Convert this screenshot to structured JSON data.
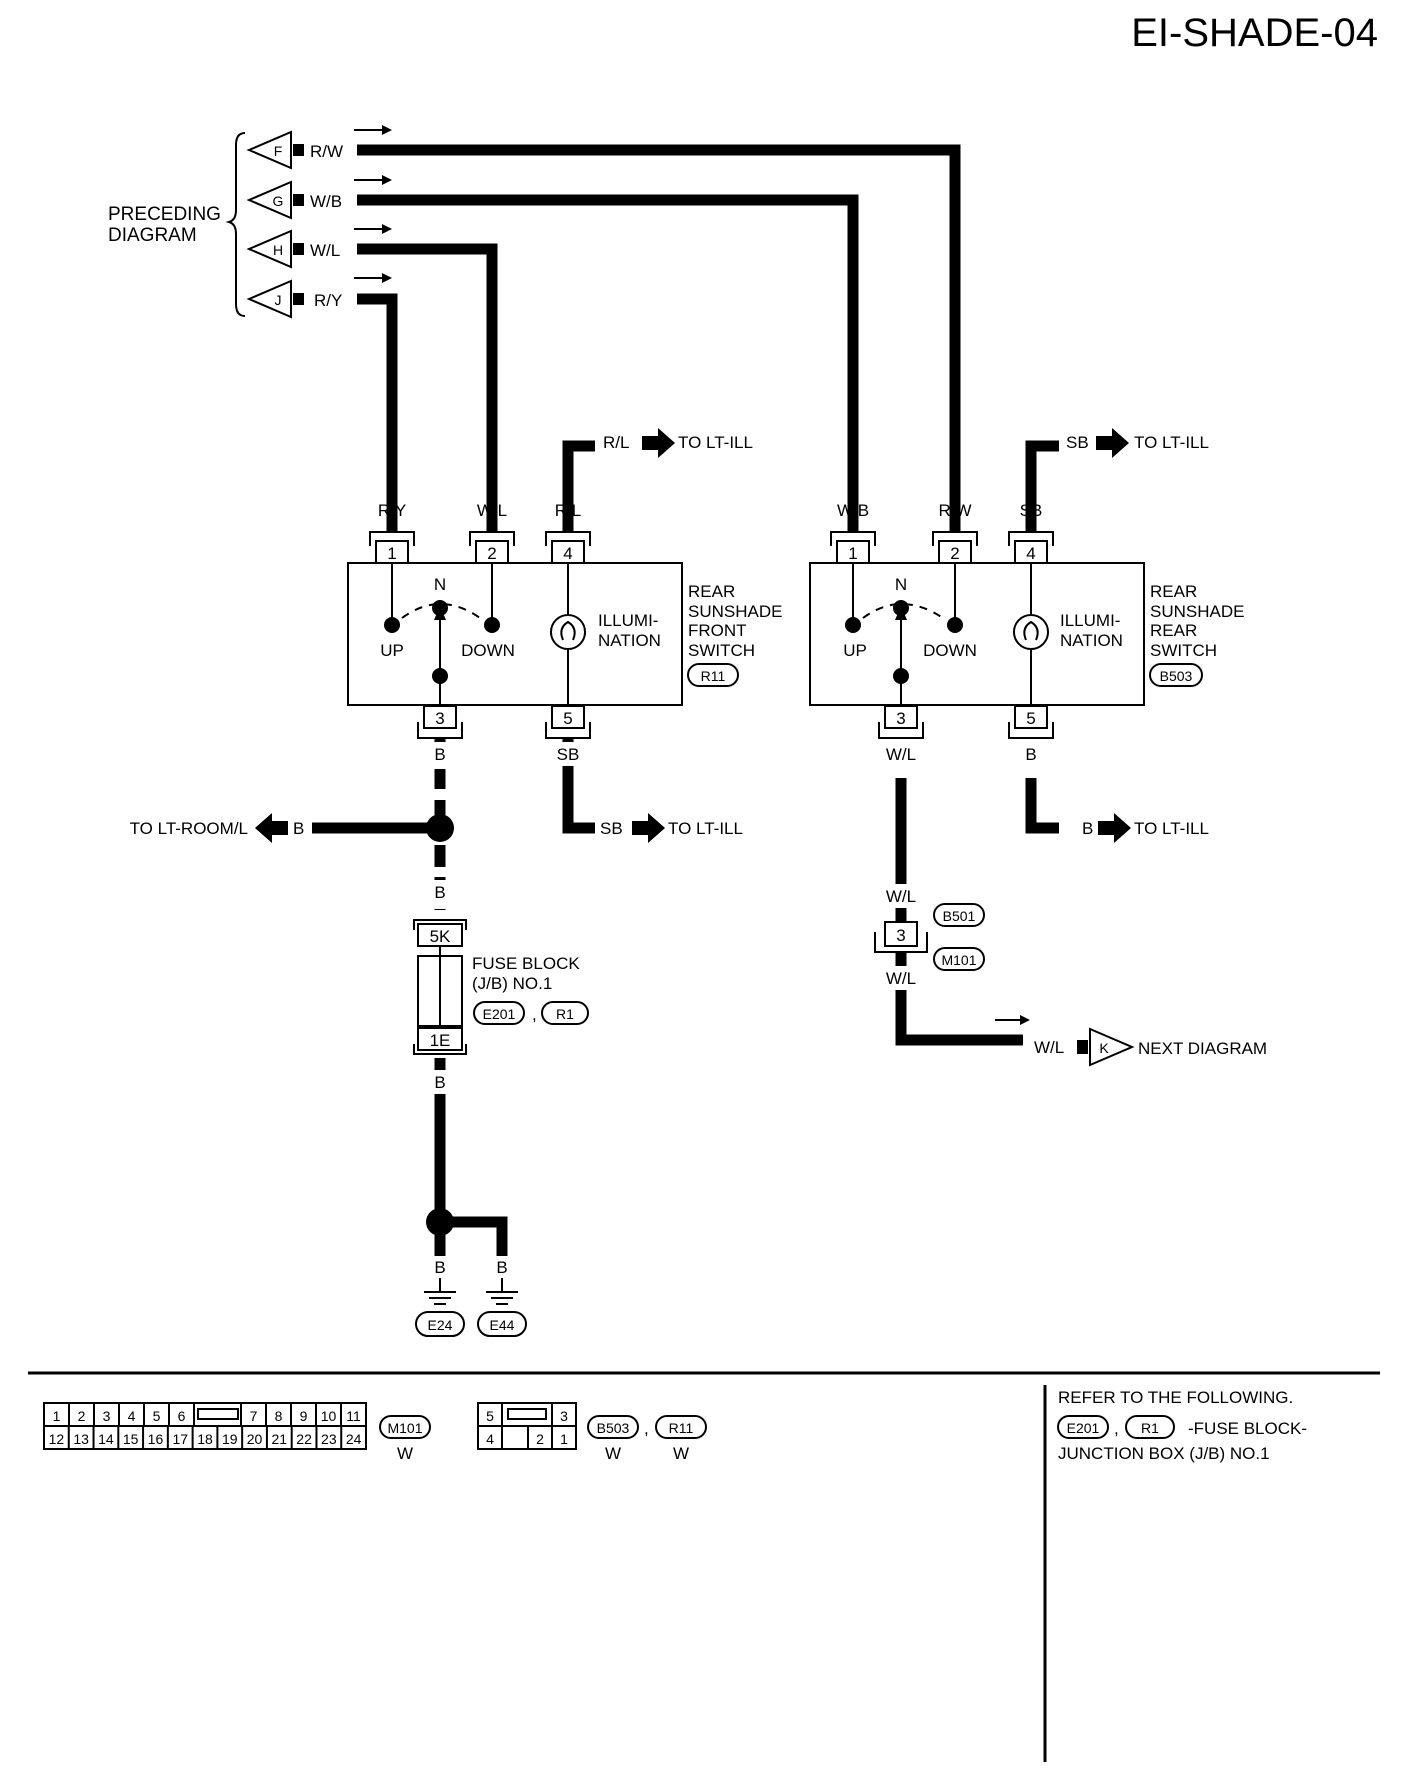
{
  "page_title": "EI-SHADE-04",
  "preceding": {
    "label_line1": "PRECEDING",
    "label_line2": "DIAGRAM",
    "connectors": [
      {
        "letter": "F",
        "wire": "R/W"
      },
      {
        "letter": "G",
        "wire": "W/B"
      },
      {
        "letter": "H",
        "wire": "W/L"
      },
      {
        "letter": "J",
        "wire": "R/Y"
      }
    ]
  },
  "front_switch": {
    "name_lines": [
      "REAR",
      "SUNSHADE",
      "FRONT",
      "SWITCH"
    ],
    "connector": "R11",
    "pins_top": [
      {
        "num": "1",
        "wire": "R/Y"
      },
      {
        "num": "2",
        "wire": "W/L"
      },
      {
        "num": "4",
        "wire": "R/L"
      }
    ],
    "pins_bottom": [
      {
        "num": "3",
        "wire": "B"
      },
      {
        "num": "5",
        "wire": "SB"
      }
    ],
    "pos_n": "N",
    "pos_up": "UP",
    "pos_down": "DOWN",
    "illum_line1": "ILLUMI-",
    "illum_line2": "NATION",
    "top_dest_wire": "R/L",
    "top_dest": "TO LT-ILL",
    "bottom_dest_wire": "SB",
    "bottom_dest": "TO LT-ILL"
  },
  "rear_switch": {
    "name_lines": [
      "REAR",
      "SUNSHADE",
      "REAR",
      "SWITCH"
    ],
    "connector": "B503",
    "pins_top": [
      {
        "num": "1",
        "wire": "W/B"
      },
      {
        "num": "2",
        "wire": "R/W"
      },
      {
        "num": "4",
        "wire": "SB"
      }
    ],
    "pins_bottom": [
      {
        "num": "3",
        "wire": "W/L"
      },
      {
        "num": "5",
        "wire": "B"
      }
    ],
    "pos_n": "N",
    "pos_up": "UP",
    "pos_down": "DOWN",
    "illum_line1": "ILLUMI-",
    "illum_line2": "NATION",
    "top_dest_wire": "SB",
    "top_dest": "TO LT-ILL",
    "bottom_dest_wire": "B",
    "bottom_dest": "TO LT-ILL"
  },
  "room_lamp": {
    "dest": "TO LT-ROOM/L",
    "wire": "B"
  },
  "fuse_block": {
    "wire_in": "B",
    "pin_top": "5K",
    "pin_bottom": "1E",
    "label_line1": "FUSE BLOCK",
    "label_line2": "(J/B) NO.1",
    "connectors": [
      "E201",
      "R1"
    ],
    "wire_out": "B"
  },
  "grounds": [
    {
      "wire": "B",
      "name": "E24"
    },
    {
      "wire": "B",
      "name": "E44"
    }
  ],
  "joint": {
    "wire_in": "W/L",
    "pin": "3",
    "connector_top": "B501",
    "connector_bottom": "M101",
    "wire_out": "W/L"
  },
  "next": {
    "wire": "W/L",
    "letter": "K",
    "label": "NEXT DIAGRAM"
  },
  "connector_views": {
    "m101": {
      "name": "M101",
      "color": "W",
      "row1": [
        "1",
        "2",
        "3",
        "4",
        "5",
        "6",
        "7",
        "8",
        "9",
        "10",
        "11"
      ],
      "row2": [
        "12",
        "13",
        "14",
        "15",
        "16",
        "17",
        "18",
        "19",
        "20",
        "21",
        "22",
        "23",
        "24"
      ]
    },
    "b503_r11": {
      "row1": [
        "5",
        "3"
      ],
      "row2": [
        "4",
        "2",
        "1"
      ],
      "name1": "B503",
      "color1": "W",
      "separator": ",",
      "name2": "R11",
      "color2": "W"
    }
  },
  "refer": {
    "heading": "REFER TO THE FOLLOWING.",
    "connectors": [
      "E201",
      "R1"
    ],
    "text_line1": "-FUSE BLOCK-",
    "text_line2": "JUNCTION BOX (J/B) NO.1"
  },
  "colors": {
    "ink": "#000000",
    "paper": "#ffffff"
  }
}
